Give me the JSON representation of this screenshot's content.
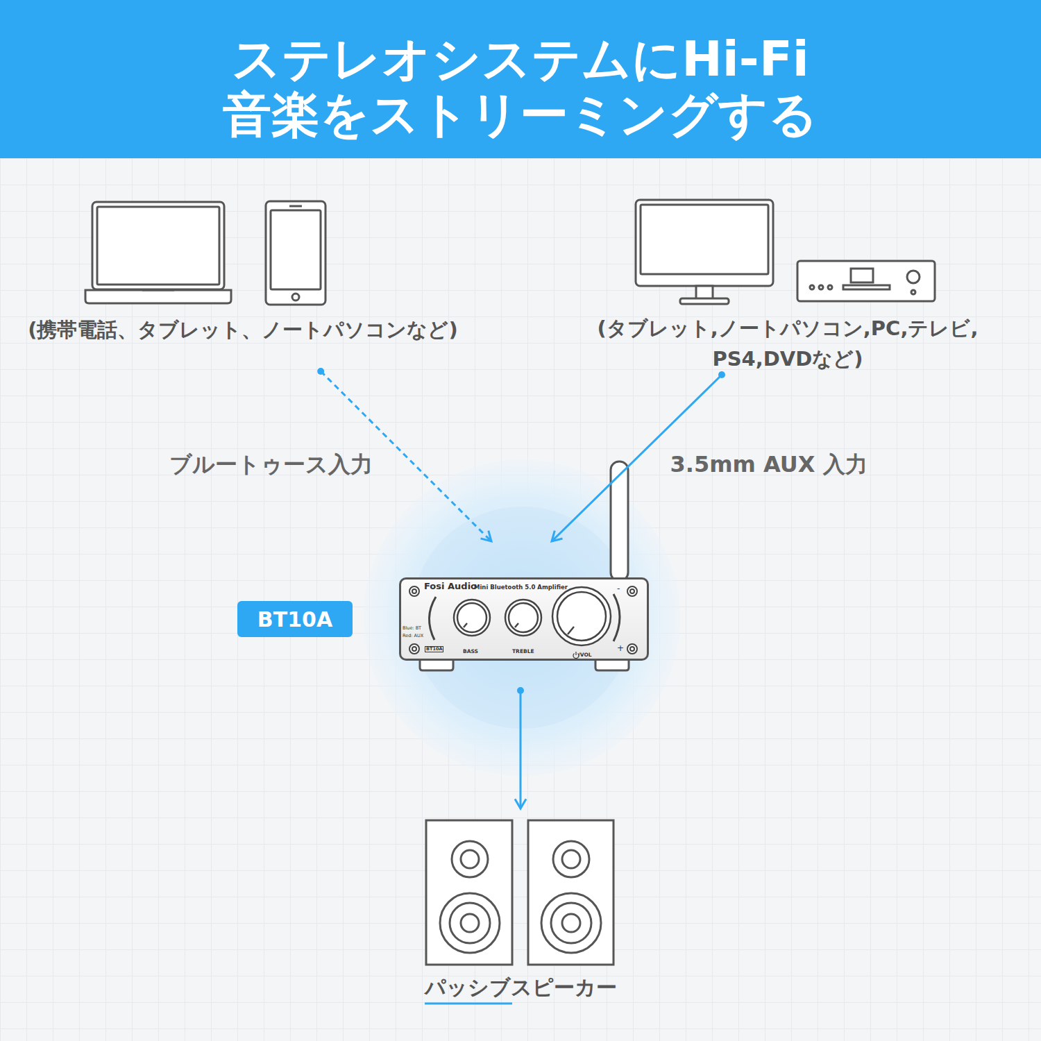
{
  "diagram": {
    "title": "ステレオシステムにHi-Fi 音楽をストリーミングする",
    "nodes": [
      {
        "text": [
          "(携帯電話、タブレット、ノートパソコンなど)"
        ]
      },
      {
        "text": [
          "(タブレット,ノートパソコン,PC,テレビ, PS4,DVDなど)"
        ]
      },
      {
        "text": [
          "Fosi Audio",
          "Mini Bluetooth 5.0 Amplifier",
          "Blue: BT",
          "Red: AUX",
          "BT10A",
          "BASS",
          "TREBLE",
          "/VOL",
          "-",
          "+"
        ]
      },
      {
        "text": [
          "BT10A"
        ]
      },
      {
        "text": [
          "パッシブスピーカー"
        ]
      }
    ],
    "edges": [
      {
        "from": 0,
        "to": 2,
        "arrow": "to",
        "label": "ブルートゥース入力"
      },
      {
        "from": 1,
        "to": 2,
        "arrow": "to",
        "label": "3.5mm AUX 入力"
      },
      {
        "from": 2,
        "to": 4,
        "arrow": "to"
      }
    ]
  }
}
